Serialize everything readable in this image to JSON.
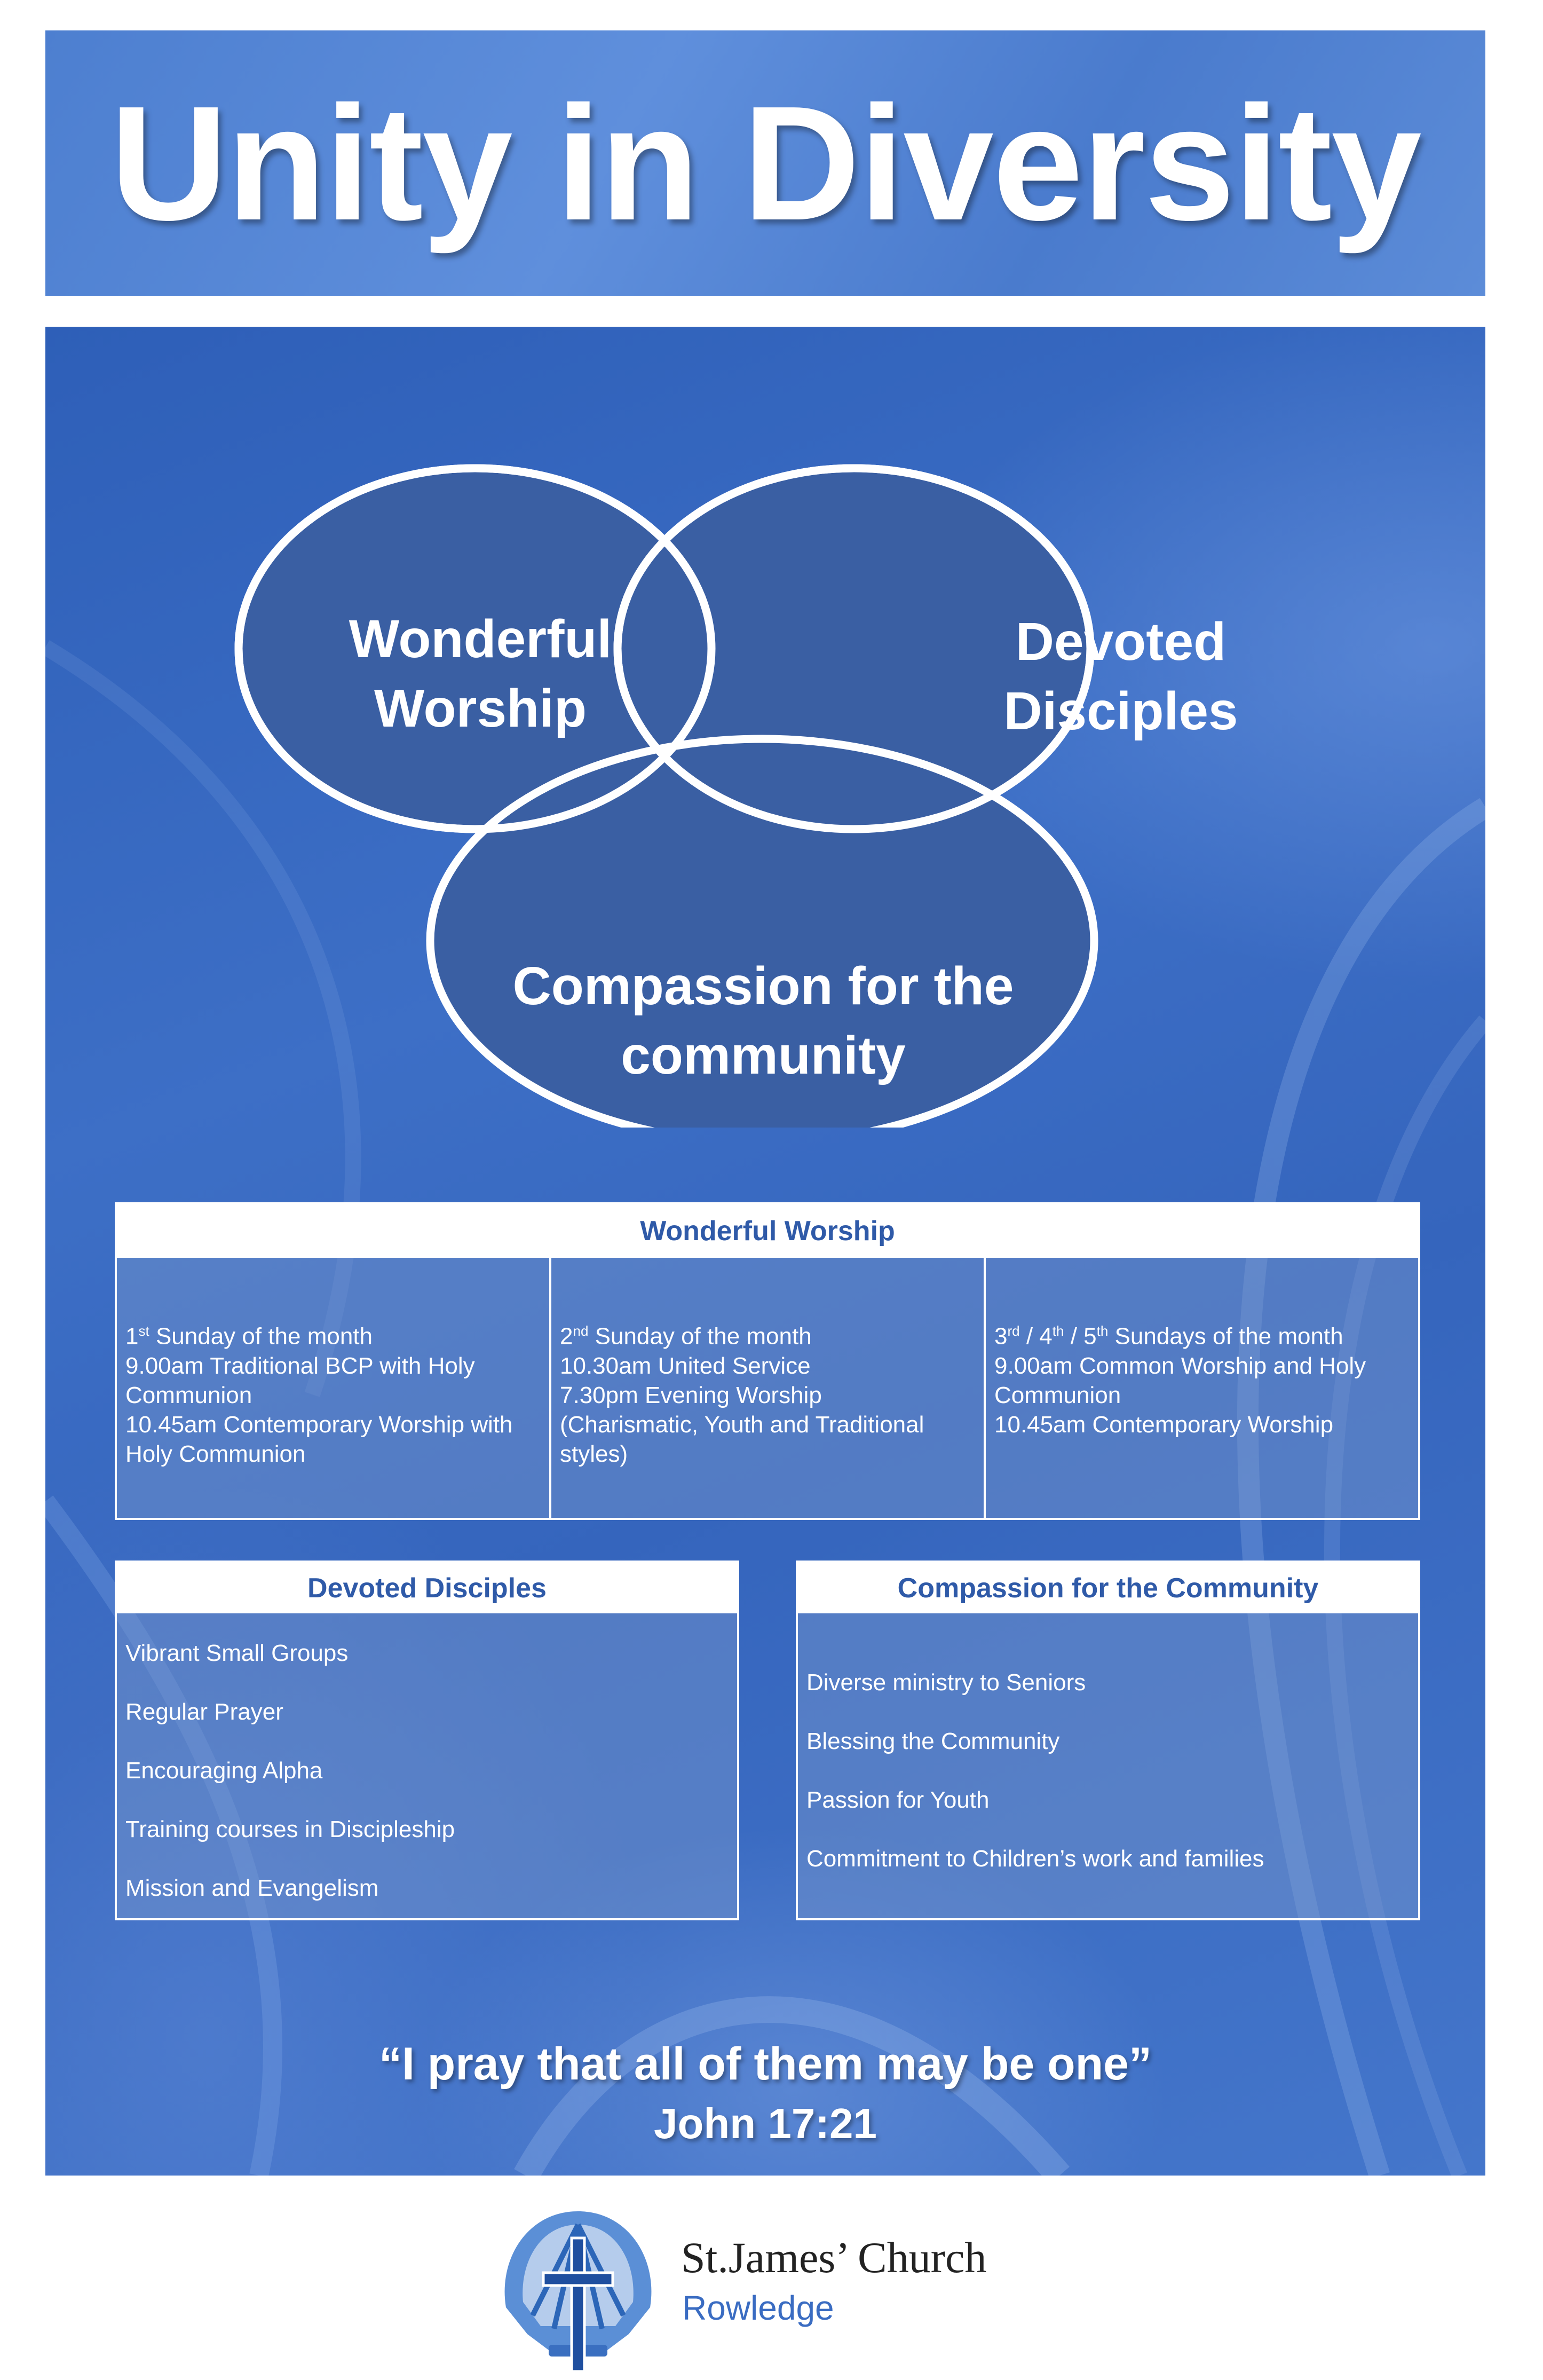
{
  "title": "Unity in Diversity",
  "venn": {
    "circle_1": [
      "Wonderful",
      "Worship"
    ],
    "circle_2": [
      "Devoted",
      "Disciples"
    ],
    "circle_3": [
      "Compassion for the",
      "community"
    ]
  },
  "worship": {
    "heading": "Wonderful Worship",
    "columns": [
      {
        "day_num": "1",
        "day_sup": "st",
        "day_rest": " Sunday of the month",
        "lines": [
          "9.00am Traditional BCP with Holy",
          "Communion",
          "10.45am Contemporary Worship with",
          "Holy Communion"
        ]
      },
      {
        "day_num": "2",
        "day_sup": "nd",
        "day_rest": " Sunday of the month",
        "lines": [
          "10.30am United Service",
          "7.30pm Evening Worship",
          "(Charismatic, Youth and Traditional",
          "styles)"
        ]
      },
      {
        "day_parts": [
          {
            "num": "3",
            "sup": "rd",
            "after": " / "
          },
          {
            "num": "4",
            "sup": "th",
            "after": " / "
          },
          {
            "num": "5",
            "sup": "th",
            "after": " Sundays of the month"
          }
        ],
        "lines": [
          "9.00am Common Worship and Holy",
          "Communion",
          "10.45am Contemporary Worship"
        ]
      }
    ]
  },
  "disciples": {
    "heading": "Devoted Disciples",
    "items": [
      "Vibrant Small Groups",
      "Regular Prayer",
      "Encouraging Alpha",
      "Training courses in Discipleship",
      "Mission and Evangelism"
    ]
  },
  "community": {
    "heading": "Compassion for the Community",
    "items": [
      "Diverse ministry to Seniors",
      "Blessing the Community",
      "Passion for Youth",
      "Commitment to Children’s work and families"
    ]
  },
  "quote": {
    "text": "“I pray that all of them may be one”",
    "reference": "John 17:21"
  },
  "footer": {
    "church_name": "St.James’ Church",
    "place": "Rowledge"
  },
  "colors": {
    "banner": "#5a8ad8",
    "panel": "#3566bd",
    "venn_fill": "#3a5fa3",
    "heading_text": "#2f5aa8",
    "place_text": "#3a6cc2"
  }
}
